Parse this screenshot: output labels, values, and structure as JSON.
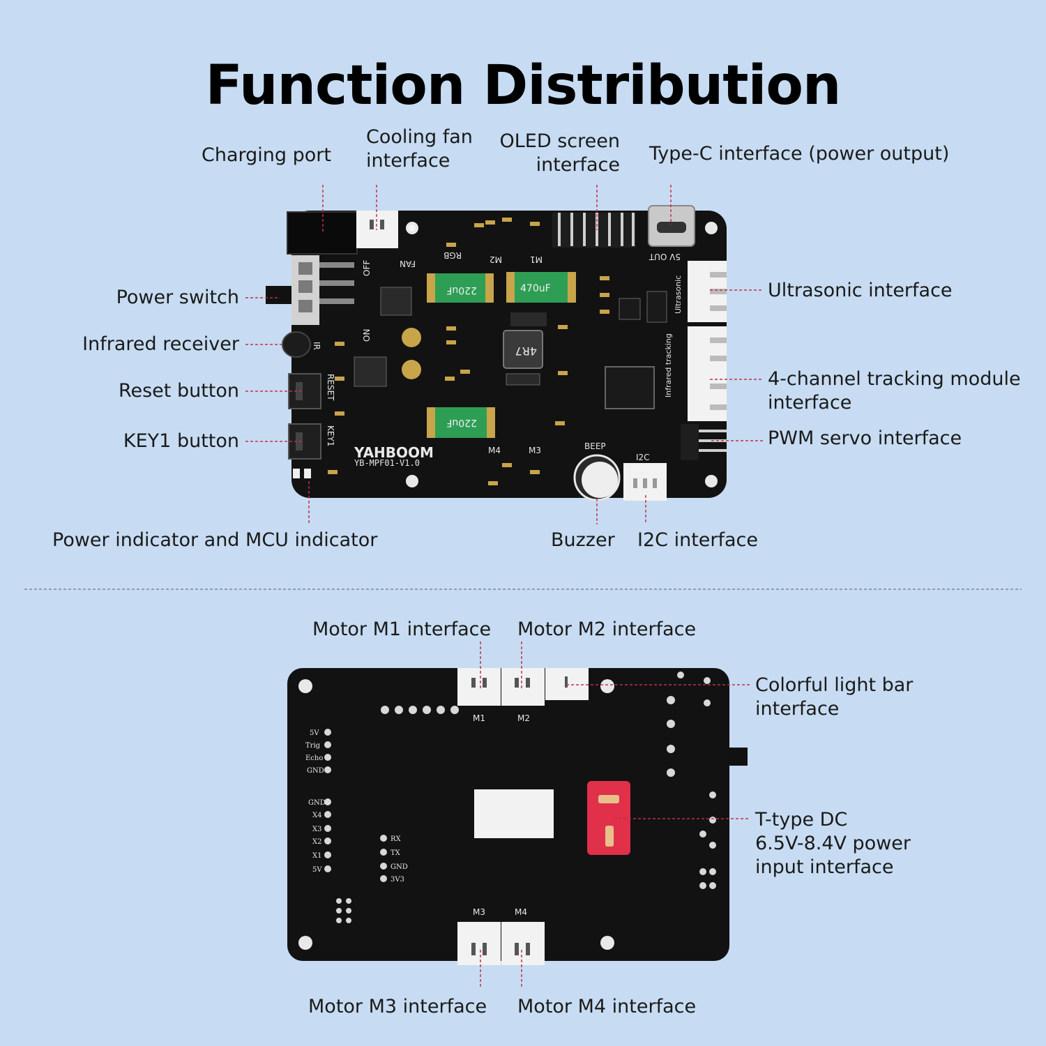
{
  "title": "Function Distribution",
  "top_labels": {
    "charging_port": "Charging port",
    "cooling_fan": "Cooling fan\ninterface",
    "oled": "OLED screen\ninterface",
    "type_c": "Type-C interface (power output)",
    "power_switch": "Power switch",
    "infrared": "Infrared receiver",
    "reset": "Reset button",
    "key1": "KEY1 button",
    "ultrasonic": "Ultrasonic interface",
    "tracking": "4-channel tracking module\ninterface",
    "pwm_servo": "PWM servo interface",
    "indicators": "Power indicator and MCU indicator",
    "buzzer": "Buzzer",
    "i2c": "I2C interface"
  },
  "bottom_labels": {
    "m1": "Motor M1 interface",
    "m2": "Motor M2 interface",
    "light_bar": "Colorful light bar\ninterface",
    "power_input": "T-type DC\n6.5V-8.4V power\ninput interface",
    "m3": "Motor M3 interface",
    "m4": "Motor M4 interface"
  },
  "board_top_silk": {
    "brand": "YAHBOOM",
    "model": "YB-MPF01-V1.0",
    "fan": "FAN",
    "rgb": "RGB",
    "off": "OFF",
    "on": "ON",
    "ir": "IR",
    "reset": "RESET",
    "key1": "KEY1",
    "m1": "M1",
    "m2": "M2",
    "m3": "M3",
    "m4": "M4",
    "five_v_out": "5V OUT",
    "ultrasonic": "Ultrasonic",
    "infrared_tracking": "Infrared tracking",
    "beep": "BEEP",
    "i2c": "I2C",
    "cap1": "220uF",
    "cap2": "470uF",
    "cap3": "220uF",
    "inductor": "4R7"
  },
  "board_bottom_silk": {
    "m1": "M1",
    "m2": "M2",
    "m3": "M3",
    "m4": "M4",
    "pins_left": [
      "5V",
      "Trig",
      "Echo",
      "GND"
    ],
    "pins_x": [
      "GND",
      "X4",
      "X3",
      "X2",
      "X1",
      "5V"
    ],
    "pins_uart": [
      "RX",
      "TX",
      "GND",
      "3V3"
    ]
  },
  "colors": {
    "background": "#c7dcf2",
    "board": "#121212",
    "silk": "#e8e8e8",
    "leader": "#c0304a",
    "divider": "#7a8796",
    "connector": "#f2f2f2",
    "power_plug": "#e0304a",
    "capacitor": "#2e9e55"
  }
}
